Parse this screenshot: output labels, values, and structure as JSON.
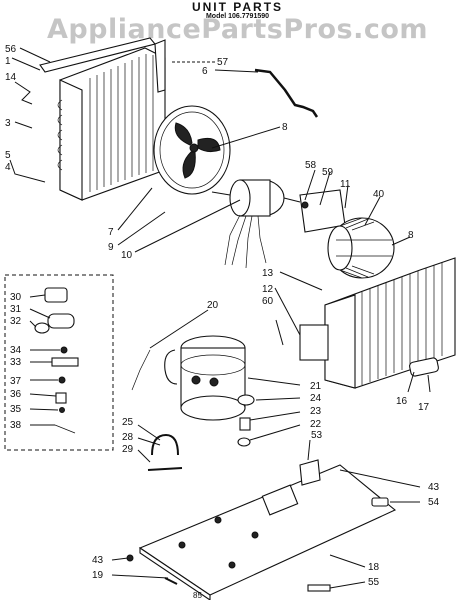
{
  "header": {
    "title": "UNIT PARTS",
    "model": "Model 106.7791590"
  },
  "watermark": "AppliancePartsPros.com",
  "callouts": {
    "n56": "56",
    "n1": "1",
    "n14": "14",
    "n3": "3",
    "n5": "5",
    "n4": "4",
    "n57": "57",
    "n6": "6",
    "n8a": "8",
    "n58": "58",
    "n59": "59",
    "n11": "11",
    "n40": "40",
    "n7": "7",
    "n9": "9",
    "n10": "10",
    "n8b": "8",
    "n30": "30",
    "n31": "31",
    "n32": "32",
    "n34": "34",
    "n33": "33",
    "n37": "37",
    "n36": "36",
    "n35": "35",
    "n38": "38",
    "n20": "20",
    "n13": "13",
    "n12": "12",
    "n60": "60",
    "n21": "21",
    "n24": "24",
    "n23": "23",
    "n22": "22",
    "n16": "16",
    "n17": "17",
    "n25": "25",
    "n28": "28",
    "n29": "29",
    "n53": "53",
    "n43a": "43",
    "n54": "54",
    "n43b": "43",
    "n19": "19",
    "n18": "18",
    "n55": "55",
    "n85": "85"
  }
}
